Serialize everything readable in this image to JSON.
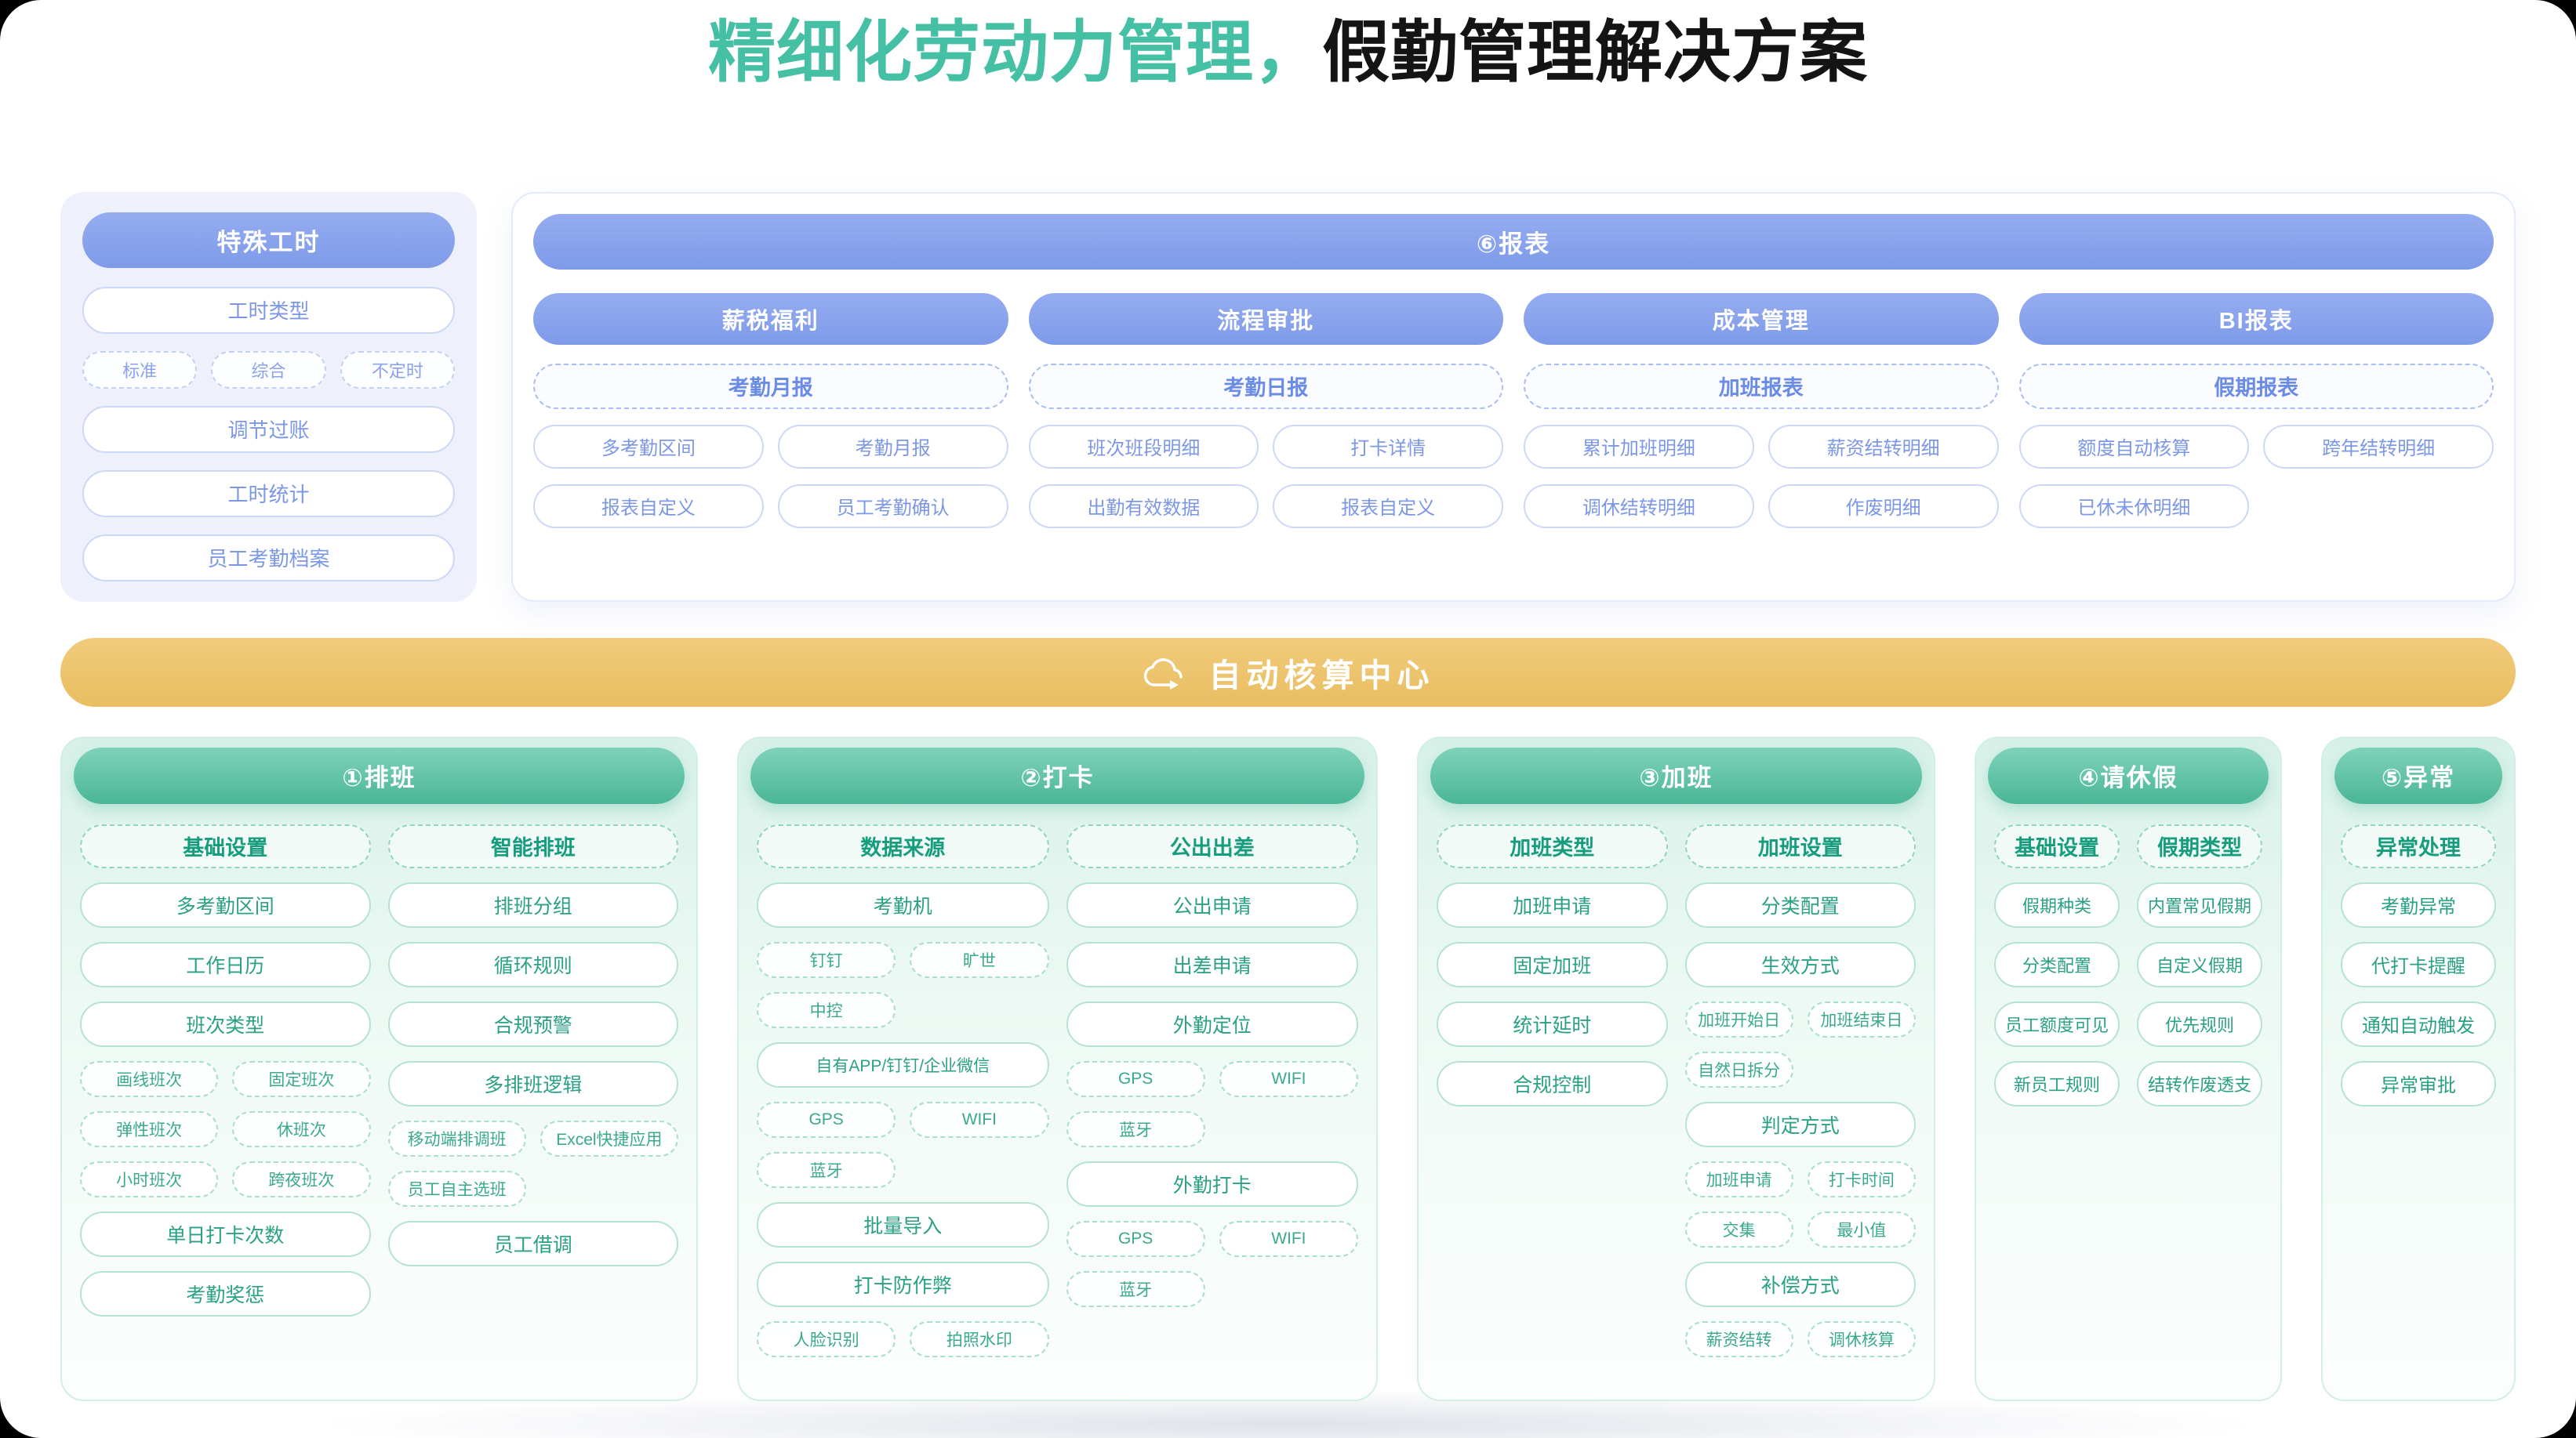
{
  "title": {
    "accent": "精细化劳动力管理，",
    "rest": "假勤管理解决方案"
  },
  "special": {
    "header": "特殊工时",
    "rows": [
      {
        "style": "regular",
        "items": [
          "工时类型"
        ]
      },
      {
        "style": "small",
        "cols": 3,
        "items": [
          "标准",
          "综合",
          "不定时"
        ]
      },
      {
        "style": "regular",
        "items": [
          "调节过账"
        ]
      },
      {
        "style": "regular",
        "items": [
          "工时统计"
        ]
      },
      {
        "style": "regular",
        "items": [
          "员工考勤档案"
        ]
      }
    ]
  },
  "reports": {
    "header": "⑥报表",
    "columns": [
      {
        "header": "薪税福利",
        "rows": [
          {
            "style": "featured",
            "items": [
              "考勤月报"
            ]
          },
          {
            "style": "regular",
            "cols": 2,
            "items": [
              "多考勤区间",
              "考勤月报"
            ]
          },
          {
            "style": "regular",
            "cols": 2,
            "items": [
              "报表自定义",
              "员工考勤确认"
            ]
          }
        ]
      },
      {
        "header": "流程审批",
        "rows": [
          {
            "style": "featured",
            "items": [
              "考勤日报"
            ]
          },
          {
            "style": "regular",
            "cols": 2,
            "items": [
              "班次班段明细",
              "打卡详情"
            ]
          },
          {
            "style": "regular",
            "cols": 2,
            "items": [
              "出勤有效数据",
              "报表自定义"
            ]
          }
        ]
      },
      {
        "header": "成本管理",
        "rows": [
          {
            "style": "featured",
            "items": [
              "加班报表"
            ]
          },
          {
            "style": "regular",
            "cols": 2,
            "items": [
              "累计加班明细",
              "薪资结转明细"
            ]
          },
          {
            "style": "regular",
            "cols": 2,
            "items": [
              "调休结转明细",
              "作废明细"
            ]
          }
        ]
      },
      {
        "header": "BI报表",
        "rows": [
          {
            "style": "featured",
            "items": [
              "假期报表"
            ]
          },
          {
            "style": "regular",
            "cols": 2,
            "items": [
              "额度自动核算",
              "跨年结转明细"
            ]
          },
          {
            "style": "regular",
            "cols": 2,
            "items": [
              "已休未休明细"
            ]
          }
        ]
      }
    ]
  },
  "center": {
    "label": "自动核算中心",
    "icon": "cloud-sync-icon",
    "color": "#ecc26a"
  },
  "panels": [
    {
      "header": "①排班",
      "columns": [
        {
          "rows": [
            {
              "style": "featured",
              "items": [
                "基础设置"
              ]
            },
            {
              "style": "regular",
              "items": [
                "多考勤区间"
              ]
            },
            {
              "style": "regular",
              "items": [
                "工作日历"
              ]
            },
            {
              "style": "regular",
              "items": [
                "班次类型"
              ]
            },
            {
              "style": "small",
              "cols": 2,
              "items": [
                "画线班次",
                "固定班次"
              ]
            },
            {
              "style": "small",
              "cols": 2,
              "items": [
                "弹性班次",
                "休班次"
              ]
            },
            {
              "style": "small",
              "cols": 2,
              "items": [
                "小时班次",
                "跨夜班次"
              ]
            },
            {
              "style": "regular",
              "items": [
                "单日打卡次数"
              ]
            },
            {
              "style": "regular",
              "items": [
                "考勤奖惩"
              ]
            }
          ]
        },
        {
          "rows": [
            {
              "style": "featured",
              "items": [
                "智能排班"
              ]
            },
            {
              "style": "regular",
              "items": [
                "排班分组"
              ]
            },
            {
              "style": "regular",
              "items": [
                "循环规则"
              ]
            },
            {
              "style": "regular",
              "items": [
                "合规预警"
              ]
            },
            {
              "style": "regular",
              "items": [
                "多排班逻辑"
              ]
            },
            {
              "style": "small",
              "cols": 2,
              "items": [
                "移动端排调班",
                "Excel快捷应用"
              ]
            },
            {
              "style": "small",
              "cols": 2,
              "items": [
                "员工自主选班"
              ]
            },
            {
              "style": "regular",
              "items": [
                "员工借调"
              ]
            }
          ]
        }
      ]
    },
    {
      "header": "②打卡",
      "columns": [
        {
          "rows": [
            {
              "style": "featured",
              "items": [
                "数据来源"
              ]
            },
            {
              "style": "regular",
              "items": [
                "考勤机"
              ]
            },
            {
              "style": "small",
              "cols": 2,
              "items": [
                "钉钉",
                "旷世"
              ]
            },
            {
              "style": "small",
              "cols": 2,
              "items": [
                "中控"
              ]
            },
            {
              "style": "regular",
              "items": [
                "自有APP/钉钉/企业微信"
              ]
            },
            {
              "style": "small",
              "cols": 2,
              "items": [
                "GPS",
                "WIFI"
              ]
            },
            {
              "style": "small",
              "cols": 2,
              "items": [
                "蓝牙"
              ]
            },
            {
              "style": "regular",
              "items": [
                "批量导入"
              ]
            },
            {
              "style": "regular",
              "items": [
                "打卡防作弊"
              ]
            },
            {
              "style": "small",
              "cols": 2,
              "items": [
                "人脸识别",
                "拍照水印"
              ]
            }
          ]
        },
        {
          "rows": [
            {
              "style": "featured",
              "items": [
                "公出出差"
              ]
            },
            {
              "style": "regular",
              "items": [
                "公出申请"
              ]
            },
            {
              "style": "regular",
              "items": [
                "出差申请"
              ]
            },
            {
              "style": "regular",
              "items": [
                "外勤定位"
              ]
            },
            {
              "style": "small",
              "cols": 2,
              "items": [
                "GPS",
                "WIFI"
              ]
            },
            {
              "style": "small",
              "cols": 2,
              "items": [
                "蓝牙"
              ]
            },
            {
              "style": "regular",
              "items": [
                "外勤打卡"
              ]
            },
            {
              "style": "small",
              "cols": 2,
              "items": [
                "GPS",
                "WIFI"
              ]
            },
            {
              "style": "small",
              "cols": 2,
              "items": [
                "蓝牙"
              ]
            }
          ]
        }
      ]
    },
    {
      "header": "③加班",
      "columns": [
        {
          "rows": [
            {
              "style": "featured",
              "items": [
                "加班类型"
              ]
            },
            {
              "style": "regular",
              "items": [
                "加班申请"
              ]
            },
            {
              "style": "regular",
              "items": [
                "固定加班"
              ]
            },
            {
              "style": "regular",
              "items": [
                "统计延时"
              ]
            },
            {
              "style": "regular",
              "items": [
                "合规控制"
              ]
            }
          ]
        },
        {
          "rows": [
            {
              "style": "featured",
              "items": [
                "加班设置"
              ]
            },
            {
              "style": "regular",
              "items": [
                "分类配置"
              ]
            },
            {
              "style": "regular",
              "items": [
                "生效方式"
              ]
            },
            {
              "style": "small",
              "cols": 2,
              "items": [
                "加班开始日",
                "加班结束日"
              ]
            },
            {
              "style": "small",
              "cols": 2,
              "items": [
                "自然日拆分"
              ]
            },
            {
              "style": "regular",
              "items": [
                "判定方式"
              ]
            },
            {
              "style": "small",
              "cols": 2,
              "items": [
                "加班申请",
                "打卡时间"
              ]
            },
            {
              "style": "small",
              "cols": 2,
              "items": [
                "交集",
                "最小值"
              ]
            },
            {
              "style": "regular",
              "items": [
                "补偿方式"
              ]
            },
            {
              "style": "small",
              "cols": 2,
              "items": [
                "薪资结转",
                "调休核算"
              ]
            }
          ]
        }
      ]
    },
    {
      "header": "④请休假",
      "columns": [
        {
          "rows": [
            {
              "style": "featured",
              "items": [
                "基础设置"
              ]
            },
            {
              "style": "regular",
              "items": [
                "假期种类"
              ]
            },
            {
              "style": "regular",
              "items": [
                "分类配置"
              ]
            },
            {
              "style": "regular",
              "items": [
                "员工额度可见"
              ]
            },
            {
              "style": "regular",
              "items": [
                "新员工规则"
              ]
            }
          ]
        },
        {
          "rows": [
            {
              "style": "featured",
              "items": [
                "假期类型"
              ]
            },
            {
              "style": "regular",
              "items": [
                "内置常见假期"
              ]
            },
            {
              "style": "regular",
              "items": [
                "自定义假期"
              ]
            },
            {
              "style": "regular",
              "items": [
                "优先规则"
              ]
            },
            {
              "style": "regular",
              "items": [
                "结转作废透支"
              ]
            }
          ]
        }
      ]
    },
    {
      "header": "⑤异常",
      "columns": [
        {
          "rows": [
            {
              "style": "featured",
              "items": [
                "异常处理"
              ]
            },
            {
              "style": "regular",
              "items": [
                "考勤异常"
              ]
            },
            {
              "style": "regular",
              "items": [
                "代打卡提醒"
              ]
            },
            {
              "style": "regular",
              "items": [
                "通知自动触发"
              ]
            },
            {
              "style": "regular",
              "items": [
                "异常审批"
              ]
            }
          ]
        }
      ]
    }
  ]
}
